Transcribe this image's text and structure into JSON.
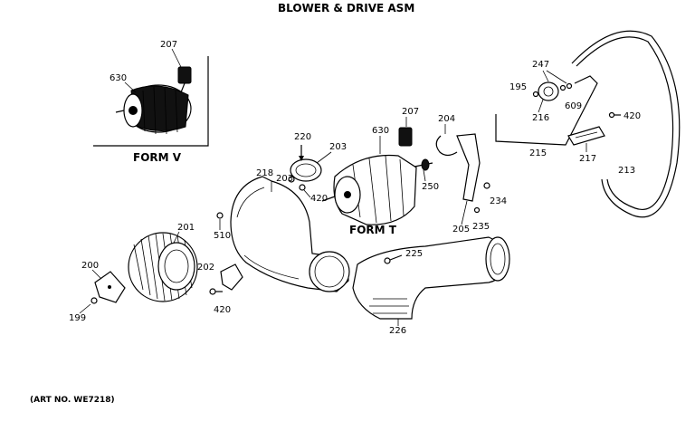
{
  "title": "BLOWER & DRIVE ASM",
  "art_number": "(ART NO. WE7218)",
  "forms": {
    "form_v": "FORM V",
    "form_t": "FORM T"
  },
  "callouts": {
    "c207_top": "207",
    "c630_top": "630",
    "c220": "220",
    "c203_a": "203",
    "c203_b": "203",
    "c420_mid": "420",
    "c630_mid": "630",
    "c207_mid": "207",
    "c204": "204",
    "c218": "218",
    "c250": "250",
    "c234": "234",
    "c205": "205",
    "c235": "235",
    "c510": "510",
    "c201": "201",
    "c200": "200",
    "c202": "202",
    "c199": "199",
    "c420_low": "420",
    "c225": "225",
    "c226": "226",
    "c247": "247",
    "c195": "195",
    "c216": "216",
    "c609": "609",
    "c215": "215",
    "c420_right": "420",
    "c217": "217",
    "c213": "213"
  }
}
